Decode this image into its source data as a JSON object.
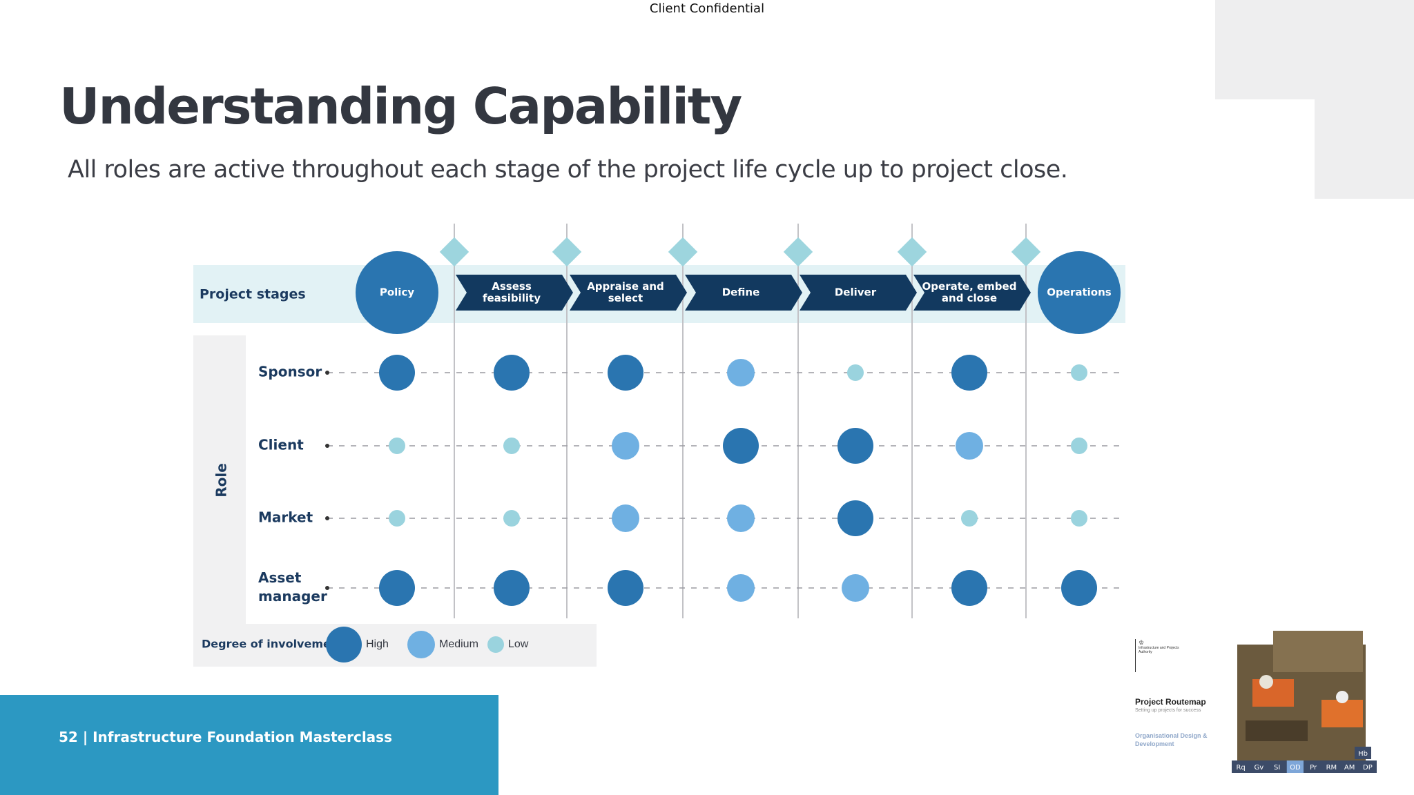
{
  "header": {
    "confidential": "Client Confidential"
  },
  "slide": {
    "title": "Understanding Capability",
    "subtitle": "All roles are active throughout each stage of the project life cycle up to project close."
  },
  "diagram": {
    "stages_label": "Project stages",
    "stages": [
      {
        "lines": [
          "Policy"
        ],
        "shape": "circle"
      },
      {
        "lines": [
          "Assess",
          "feasibility"
        ],
        "shape": "chevron"
      },
      {
        "lines": [
          "Appraise and",
          "select"
        ],
        "shape": "chevron"
      },
      {
        "lines": [
          "Define"
        ],
        "shape": "chevron"
      },
      {
        "lines": [
          "Deliver"
        ],
        "shape": "chevron"
      },
      {
        "lines": [
          "Operate, embed",
          "and close"
        ],
        "shape": "chevron"
      },
      {
        "lines": [
          "Operations"
        ],
        "shape": "circle"
      }
    ],
    "role_axis_label": "Role",
    "roles": [
      {
        "lines": [
          "Sponsor"
        ],
        "involvement": [
          "High",
          "High",
          "High",
          "Medium",
          "Low",
          "High",
          "Low"
        ]
      },
      {
        "lines": [
          "Client"
        ],
        "involvement": [
          "Low",
          "Low",
          "Medium",
          "High",
          "High",
          "Medium",
          "Low"
        ]
      },
      {
        "lines": [
          "Market"
        ],
        "involvement": [
          "Low",
          "Low",
          "Medium",
          "Medium",
          "High",
          "Low",
          "Low"
        ]
      },
      {
        "lines": [
          "Asset",
          "manager"
        ],
        "involvement": [
          "High",
          "High",
          "High",
          "Medium",
          "Medium",
          "High",
          "High"
        ]
      }
    ],
    "legend": {
      "label": "Degree of involvement",
      "items": [
        {
          "label": "High",
          "color": "#2a75b0"
        },
        {
          "label": "Medium",
          "color": "#6fb0e2"
        },
        {
          "label": "Low",
          "color": "#9ad3de"
        }
      ]
    },
    "colors": {
      "dark_navy": "#12395f",
      "band": "#e2f2f5",
      "role_panel": "#f1f1f2",
      "diamond": "#9dd5de",
      "label_text": "#1b3a5f"
    }
  },
  "footer": {
    "page_number": "52",
    "separator": "|",
    "course": "Infrastructure Foundation Masterclass"
  },
  "thumbnail": {
    "logo_text": "Infrastructure and Projects Authority",
    "title": "Project Routemap",
    "subtitle": "Setting up projects for success",
    "section": "Organisational Design & Development",
    "tabs": [
      "Rq",
      "Gv",
      "SI",
      "OD",
      "Pr",
      "RM",
      "AM",
      "DP"
    ],
    "corner_tab": "Hb"
  }
}
